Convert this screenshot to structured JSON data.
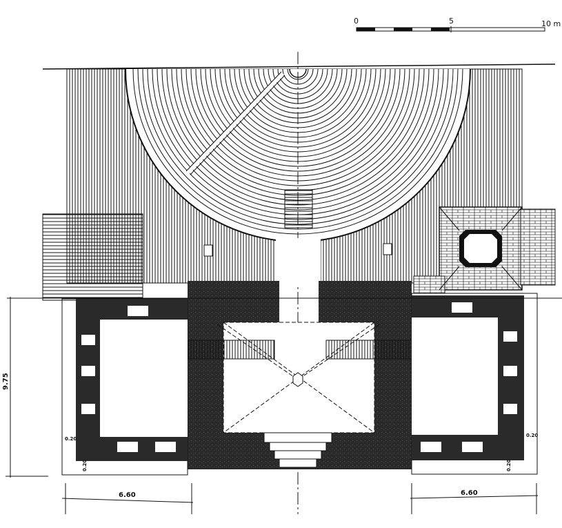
{
  "scale_bar": {
    "tick_0": "0",
    "tick_5": "5",
    "tick_10": "10 m"
  },
  "dimensions": {
    "left_width": "6.60",
    "right_width": "6.60",
    "left_height": "9.75",
    "corner_a": "0.20",
    "corner_b": "0.20",
    "corner_c": "0.20",
    "corner_d": "0.20"
  },
  "colors": {
    "ink": "#111111",
    "wall": "#232323",
    "paper": "#ffffff"
  }
}
